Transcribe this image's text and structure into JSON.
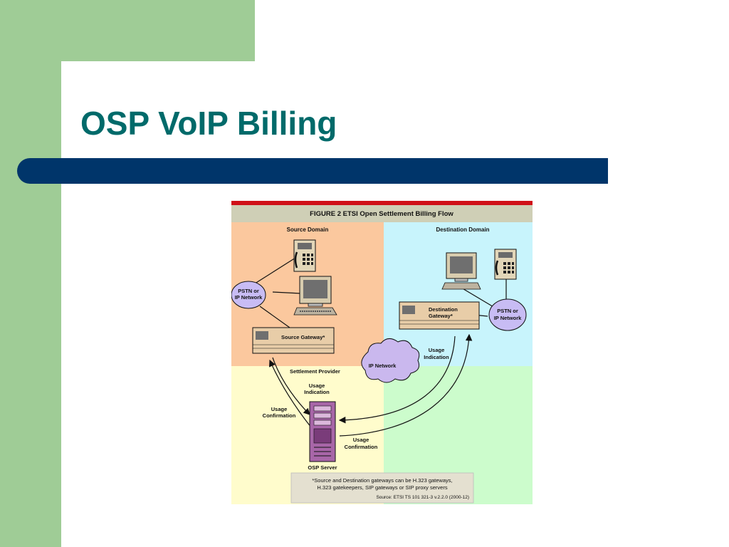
{
  "slide": {
    "title": "OSP VoIP Billing",
    "colors": {
      "title": "#006a6a",
      "side_green": "#9fcc96",
      "bar_navy": "#00356a"
    }
  },
  "figure": {
    "header": "FIGURE 2  ETSI Open Settlement Billing Flow",
    "source_domain": "Source Domain",
    "destination_domain": "Destination Domain",
    "pstn_left_line1": "PSTN or",
    "pstn_left_line2": "IP Network",
    "pstn_right_line1": "PSTN or",
    "pstn_right_line2": "IP Network",
    "source_gateway": "Source Gateway*",
    "destination_gateway_line1": "Destination",
    "destination_gateway_line2": "Gateway*",
    "ip_network": "IP Network",
    "settlement_provider": "Settlement Provider",
    "usage_indication_left_1": "Usage",
    "usage_indication_left_2": "Indication",
    "usage_confirmation_left_1": "Usage",
    "usage_confirmation_left_2": "Confirmation",
    "usage_indication_right_1": "Usage",
    "usage_indication_right_2": "Indication",
    "usage_confirmation_bottom_1": "Usage",
    "usage_confirmation_bottom_2": "Confirmation",
    "osp_server": "OSP Server",
    "footnote_line1": "*Source and Destination gateways can be H.323 gateways,",
    "footnote_line2": "H.323 gatekeepers, SIP gateways or SIP proxy servers",
    "source_citation": "Source: ETSI TS 101 321-3 v.2.2.0 (2000-12)",
    "colors": {
      "source": "#fbc89e",
      "destination": "#c8f4fc",
      "settlement": "#fffccc",
      "bottom_right": "#ccfccc",
      "header": "#cfcfb6",
      "red_rule": "#d01018",
      "network": "#c8bcf4",
      "cloud": "#cab8ee"
    }
  }
}
